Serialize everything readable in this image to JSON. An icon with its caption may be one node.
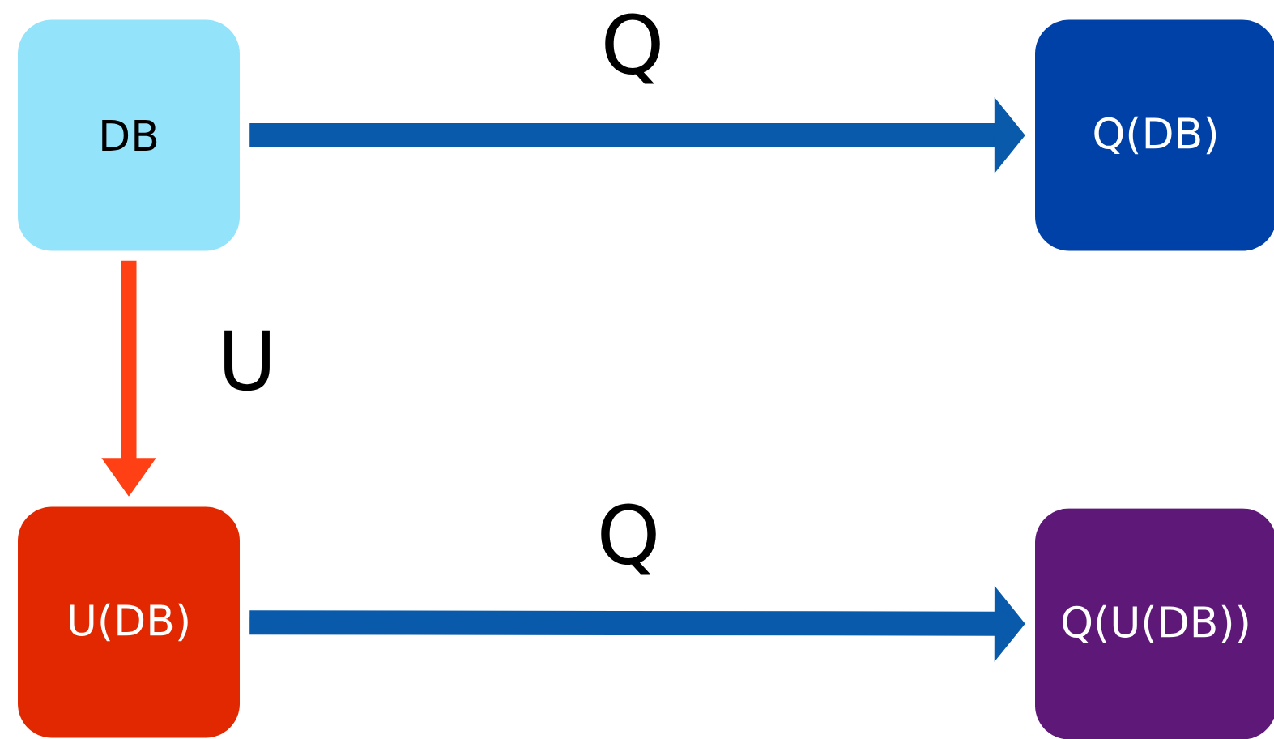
{
  "diagram": {
    "nodes": [
      {
        "text": [
          "DB"
        ]
      },
      {
        "text": [
          "Q(DB)"
        ]
      },
      {
        "text": [
          "U(DB)"
        ]
      },
      {
        "text": [
          "Q(U(DB))"
        ]
      }
    ],
    "edges": [
      {
        "from": 0,
        "to": 1,
        "arrow": "to",
        "label": "Q"
      },
      {
        "from": 0,
        "to": 2,
        "arrow": "to",
        "label": "U",
        "color": "#ff4015"
      },
      {
        "from": 2,
        "to": 3,
        "arrow": "to",
        "label": "Q"
      }
    ]
  }
}
